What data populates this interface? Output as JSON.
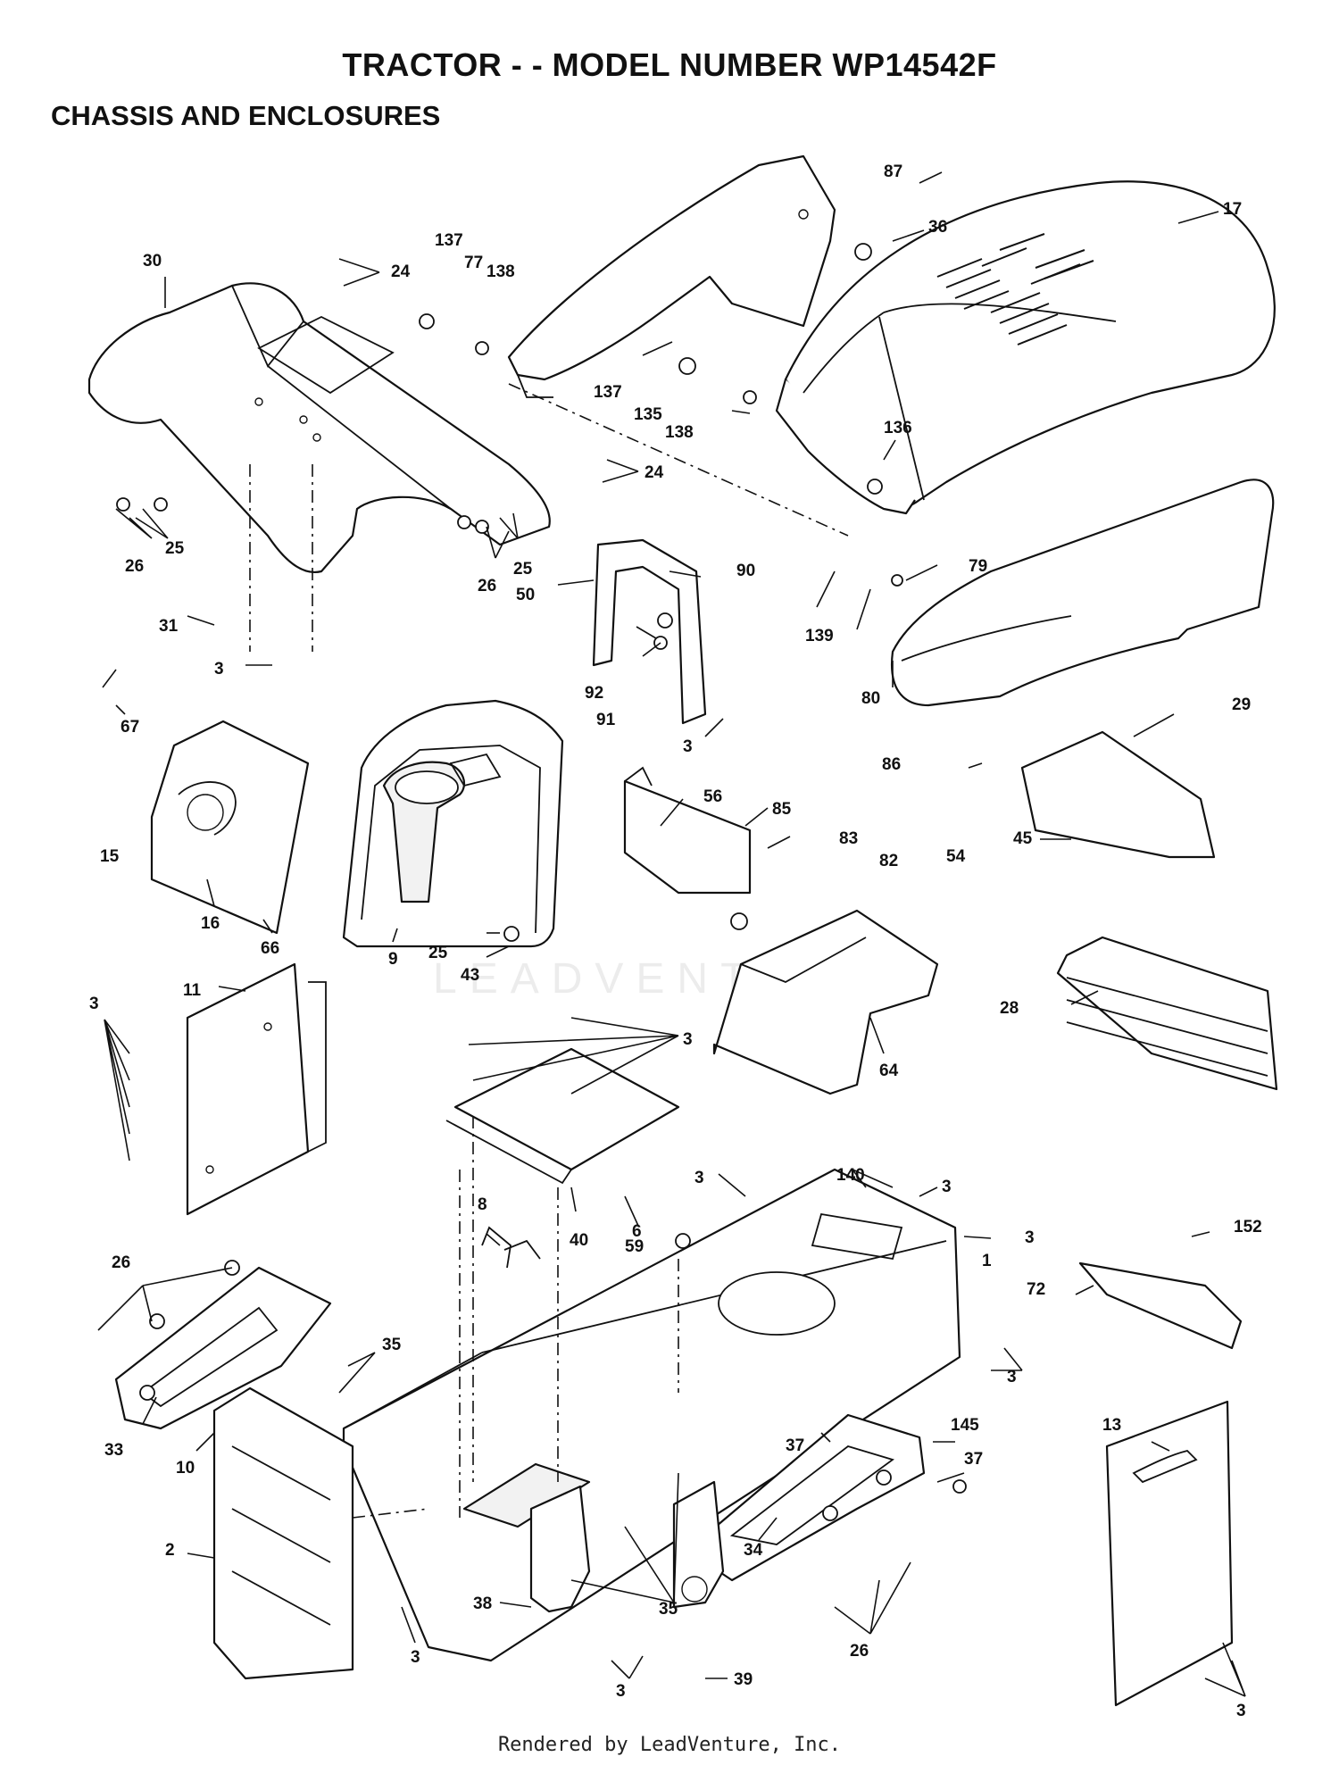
{
  "header": {
    "title": "TRACTOR - - MODEL NUMBER WP14542F",
    "section": "CHASSIS AND ENCLOSURES"
  },
  "watermark": "LEADVENTURE",
  "footer": "Rendered by LeadVenture, Inc.",
  "callouts": {
    "c17": "17",
    "c87": "87",
    "c36": "36",
    "c30": "30",
    "c24a": "24",
    "c137a": "137",
    "c77": "77",
    "c138a": "138",
    "c137b": "137",
    "c135": "135",
    "c138b": "138",
    "c136": "136",
    "c24b": "24",
    "c26a": "26",
    "c25a": "25",
    "c26b": "26",
    "c25b": "25",
    "c50": "50",
    "c90": "90",
    "c92": "92",
    "c91": "91",
    "c3a": "3",
    "c79": "79",
    "c139": "139",
    "c80": "80",
    "c86": "86",
    "c31": "31",
    "c3b": "3",
    "c67": "67",
    "c15": "15",
    "c16": "16",
    "c66": "66",
    "c9": "9",
    "c25c": "25",
    "c43": "43",
    "c56": "56",
    "c85": "85",
    "c83": "83",
    "c82": "82",
    "c29": "29",
    "c54": "54",
    "c45": "45",
    "c11": "11",
    "c3c": "3",
    "c3d": "3",
    "c64": "64",
    "c28": "28",
    "c8": "8",
    "c40": "40",
    "c6": "6",
    "c3e": "3",
    "c140": "140",
    "c3f": "3",
    "c3g": "3",
    "c59": "59",
    "c1": "1",
    "c152": "152",
    "c72": "72",
    "c3h": "3",
    "c26c": "26",
    "c35a": "35",
    "c33": "33",
    "c10": "10",
    "c37a": "37",
    "c145": "145",
    "c37b": "37",
    "c13": "13",
    "c2": "2",
    "c3i": "3",
    "c35b": "35",
    "c34": "34",
    "c26d": "26",
    "c38": "38",
    "c3j": "3",
    "c39": "39",
    "c3k": "3"
  }
}
